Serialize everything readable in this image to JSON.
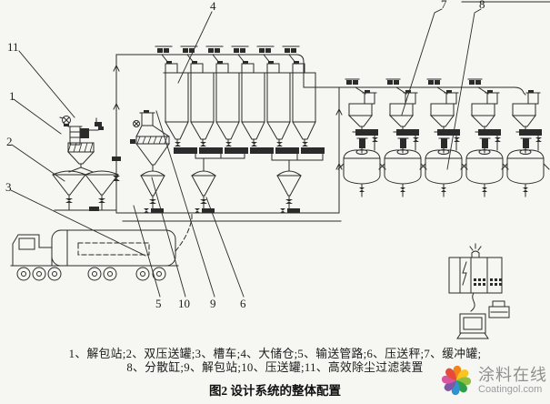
{
  "figure": {
    "caption": "图2  设计系统的整体配置"
  },
  "legend": {
    "line1": "1、解包站;2、双压送罐;3、槽车;4、大储仓;5、输送管路;6、压送秤;7、缓冲罐;",
    "line2": "8、分散缸;9、解包站;10、压送罐;11、高效除尘过滤装置",
    "items": [
      {
        "no": "1",
        "name": "解包站"
      },
      {
        "no": "2",
        "name": "双压送罐"
      },
      {
        "no": "3",
        "name": "槽车"
      },
      {
        "no": "4",
        "name": "大储仓"
      },
      {
        "no": "5",
        "name": "输送管路"
      },
      {
        "no": "6",
        "name": "压送秤"
      },
      {
        "no": "7",
        "name": "缓冲罐"
      },
      {
        "no": "8",
        "name": "分散缸"
      },
      {
        "no": "9",
        "name": "解包站"
      },
      {
        "no": "10",
        "name": "压送罐"
      },
      {
        "no": "11",
        "name": "高效除尘过滤装置"
      }
    ]
  },
  "callouts": {
    "c1": "1",
    "c2": "2",
    "c3": "3",
    "c4": "4",
    "c5": "5",
    "c6": "6",
    "c7": "7",
    "c8": "8",
    "c9": "9",
    "c10": "10",
    "c11": "11"
  },
  "watermark": {
    "cn": "涂料在线",
    "en": "Coatingol.com",
    "text_color": "#8f8f8f",
    "petals": [
      "#f08519",
      "#f7c51e",
      "#8fbf3f",
      "#2e9e47",
      "#2e93cf",
      "#7e58a4",
      "#d9569f",
      "#e64a3a"
    ]
  },
  "diagram": {
    "ink": "#2b2b2b",
    "background": "#f6f6f3",
    "counts": {
      "storage_silos": 6,
      "dispersion_lines": 5,
      "pressure_tanks": 3,
      "double_tank_cones": 2
    }
  }
}
